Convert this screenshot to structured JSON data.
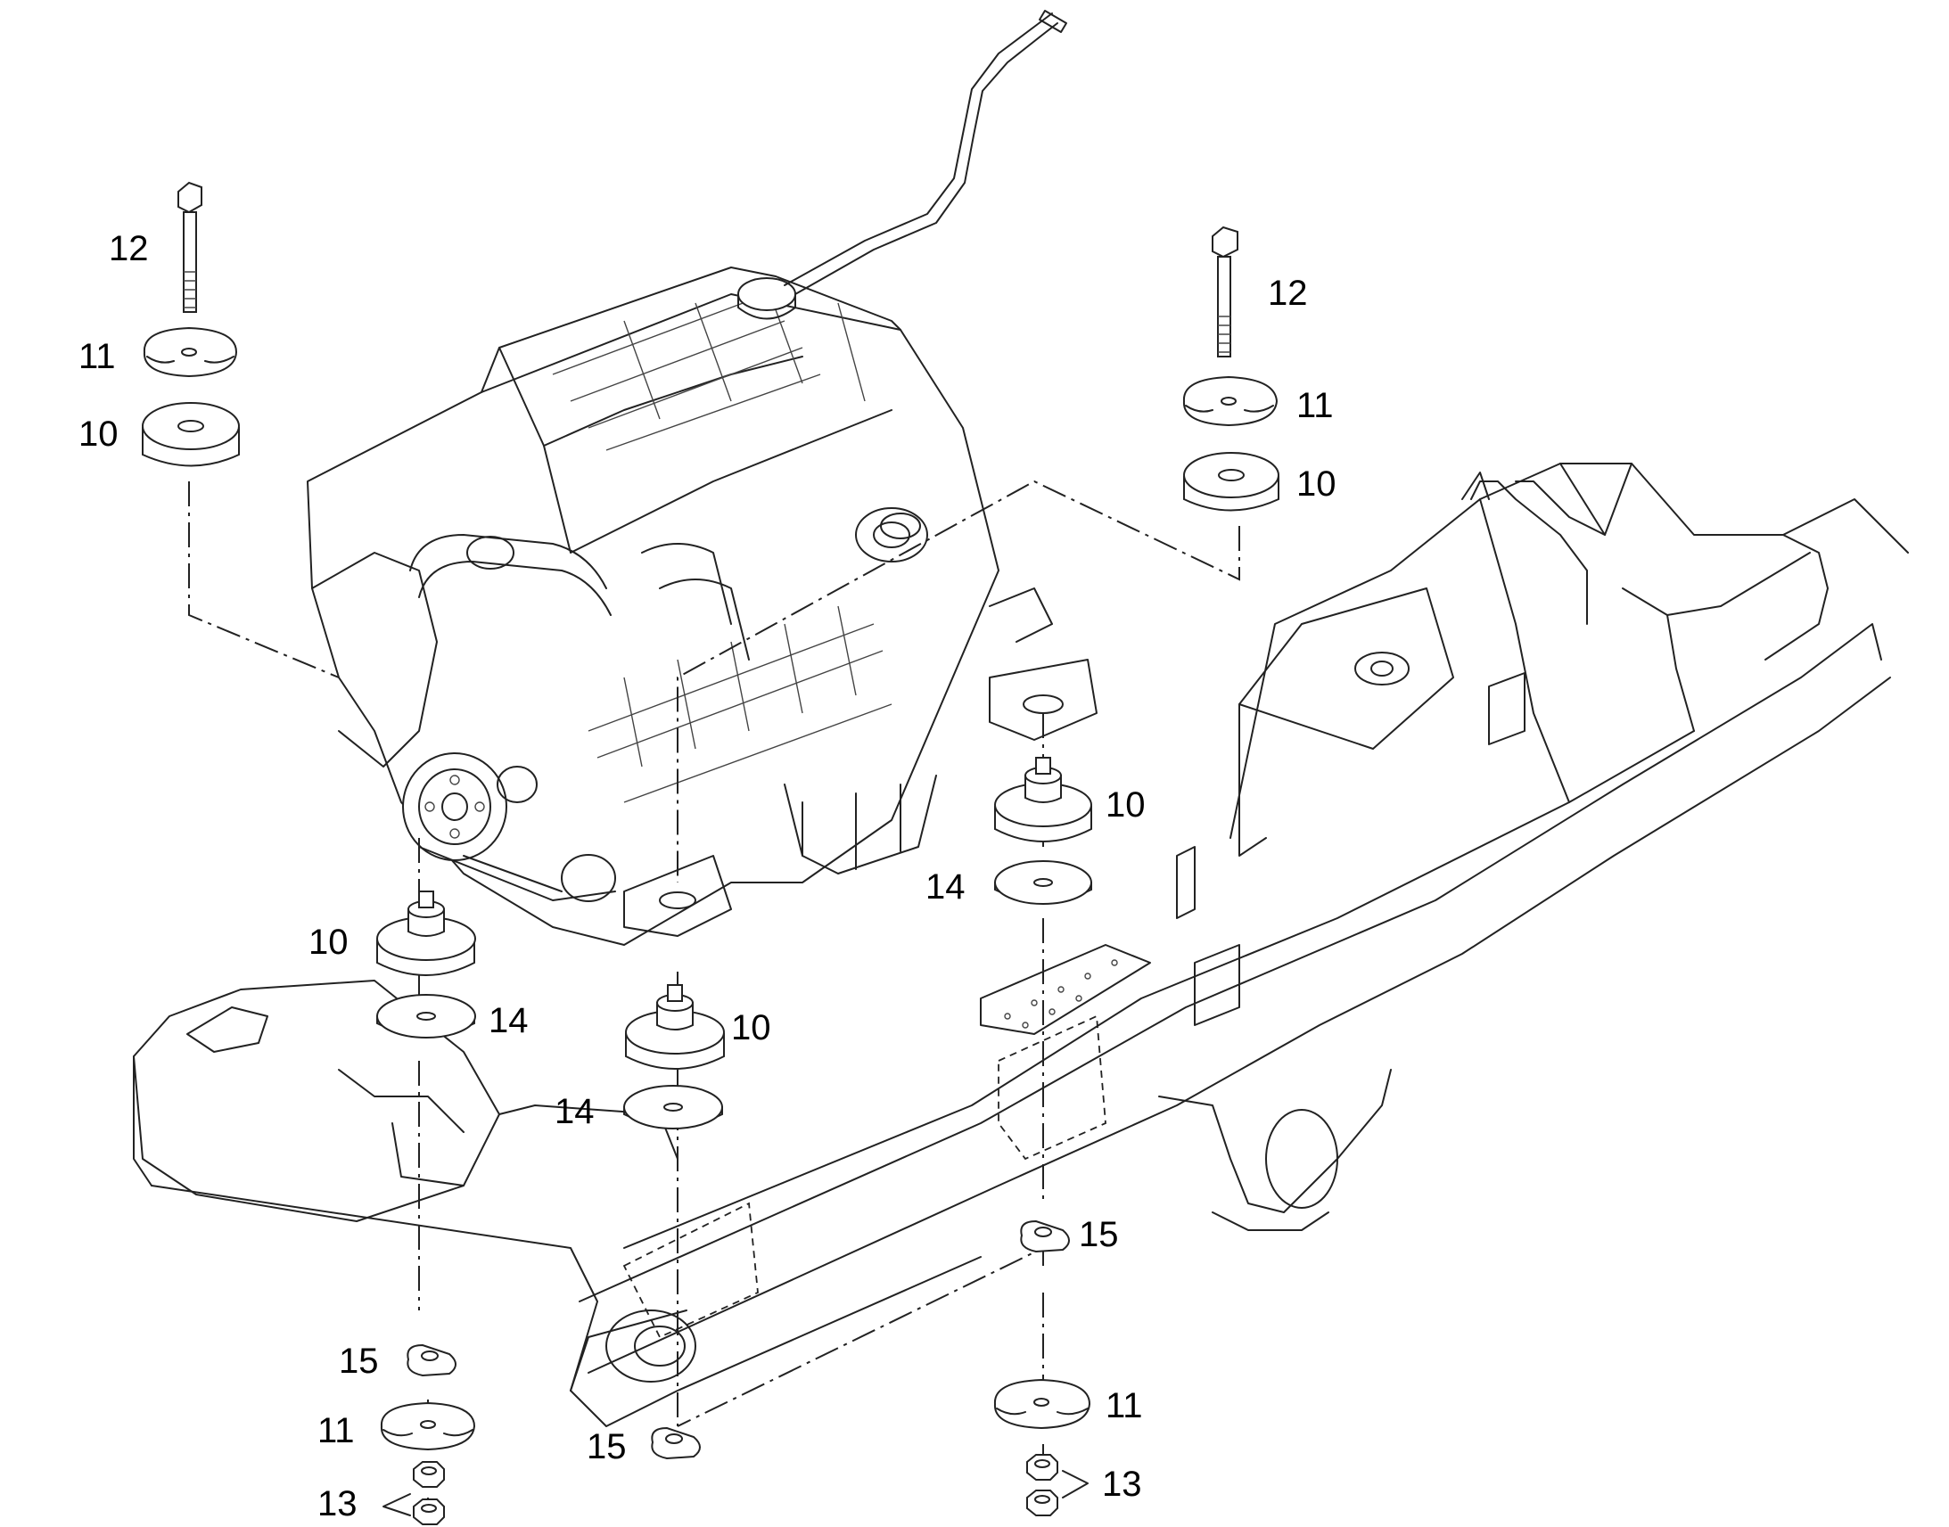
{
  "callouts": {
    "bolt_left": "12",
    "washer_left_top": "11",
    "mount_left_top": "10",
    "bolt_right": "12",
    "washer_right_top": "11",
    "mount_right_top": "10",
    "mount_right_mid": "10",
    "spacer_right_mid": "14",
    "mount_front_left": "10",
    "spacer_front_left": "14",
    "mount_front_center": "10",
    "spacer_front_center": "14",
    "plate_right": "15",
    "plate_left_bottom": "15",
    "washer_left_bottom": "11",
    "nut_left_bottom": "13",
    "plate_center_bottom": "15",
    "washer_right_bottom": "11",
    "nut_right_bottom": "13"
  }
}
